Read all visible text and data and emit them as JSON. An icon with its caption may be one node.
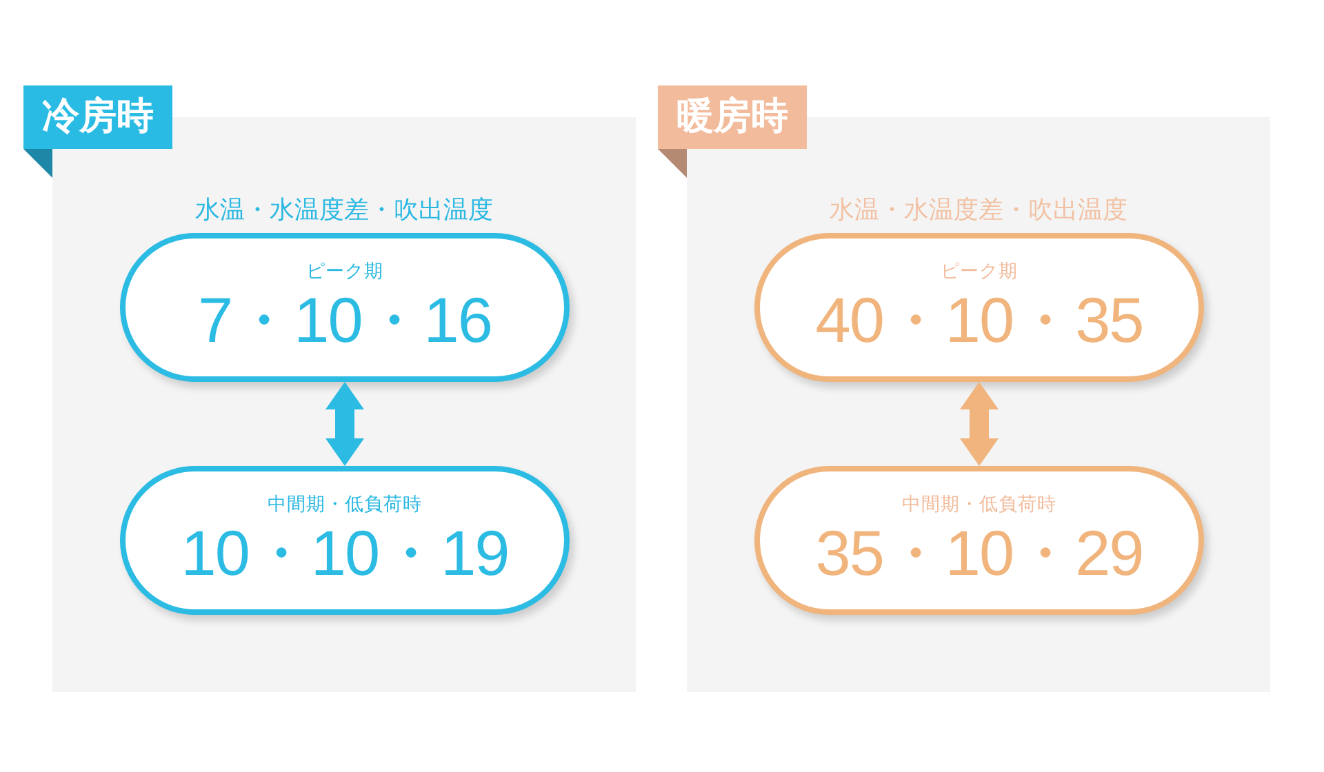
{
  "diagram": {
    "nodes": [
      {
        "text": [
          "冷房時",
          "水温・水温度差・吹出温度"
        ]
      },
      {
        "text": [
          "ピーク期",
          "7・10・16"
        ],
        "in": 0
      },
      {
        "text": [
          "中間期・低負荷時",
          "10・10・19"
        ],
        "in": 0
      },
      {
        "text": [
          "暖房時",
          "水温・水温度差・吹出温度"
        ]
      },
      {
        "text": [
          "ピーク期",
          "40・10・35"
        ],
        "in": 3
      },
      {
        "text": [
          "中間期・低負荷時",
          "35・10・29"
        ],
        "in": 3
      }
    ],
    "edges": [
      {
        "from": 1,
        "to": 2,
        "arrow": "both",
        "color": "#2bbbe3"
      },
      {
        "from": 4,
        "to": 5,
        "arrow": "both",
        "color": "#f0b47c"
      }
    ]
  }
}
